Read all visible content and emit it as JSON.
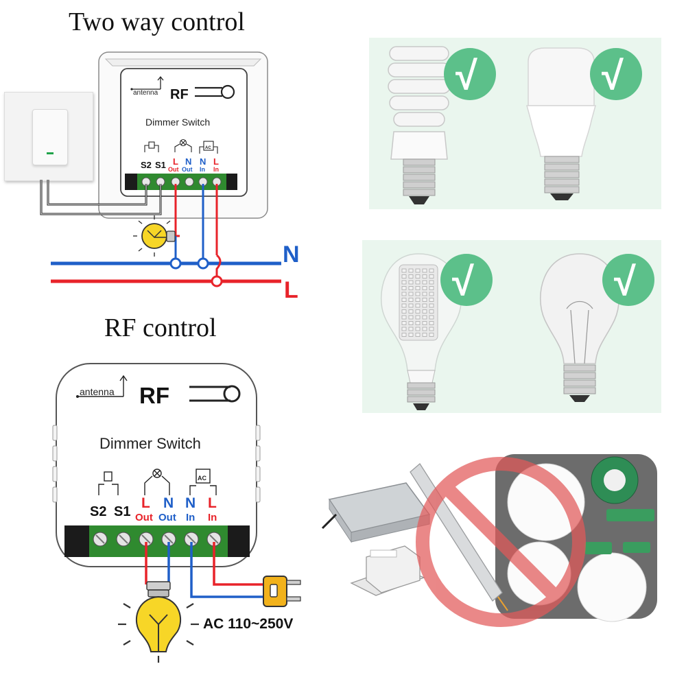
{
  "top": {
    "title": "Two way control",
    "module": {
      "antenna_label": "antenna",
      "rf_label": "RF",
      "device_name": "Dimmer Switch",
      "terminals": [
        {
          "top": "S2",
          "bottom": ""
        },
        {
          "top": "S1",
          "bottom": ""
        },
        {
          "top": "L",
          "bottom": "Out"
        },
        {
          "top": "N",
          "bottom": "Out"
        },
        {
          "top": "N",
          "bottom": "In"
        },
        {
          "top": "L",
          "bottom": "In"
        }
      ],
      "ac_label": "AC"
    },
    "mains": {
      "neutral_label": "N",
      "live_label": "L"
    }
  },
  "bottom": {
    "title": "RF control",
    "module": {
      "antenna_label": "antenna",
      "rf_label": "RF",
      "device_name": "Dimmer Switch",
      "terminals": [
        {
          "top": "S2",
          "bottom": ""
        },
        {
          "top": "S1",
          "bottom": ""
        },
        {
          "top": "L",
          "bottom": "Out"
        },
        {
          "top": "N",
          "bottom": "Out"
        },
        {
          "top": "N",
          "bottom": "In"
        },
        {
          "top": "L",
          "bottom": "In"
        }
      ],
      "ac_label": "AC"
    },
    "supply_label": "AC 110~250V"
  },
  "compatibility": {
    "check_mark": "√",
    "compatible": [
      "cfl-spiral-bulb",
      "led-t-bulb",
      "led-corn-bulb",
      "incandescent-bulb"
    ],
    "incompatible": "led-drivers-and-ballasts"
  },
  "colors": {
    "live": "#e8232a",
    "neutral": "#1f5fc8",
    "terminal_green": "#2f8a2f",
    "check_green": "#5cc08a",
    "forbid": "#e25a5a",
    "bulb_yellow": "#f7d627"
  }
}
